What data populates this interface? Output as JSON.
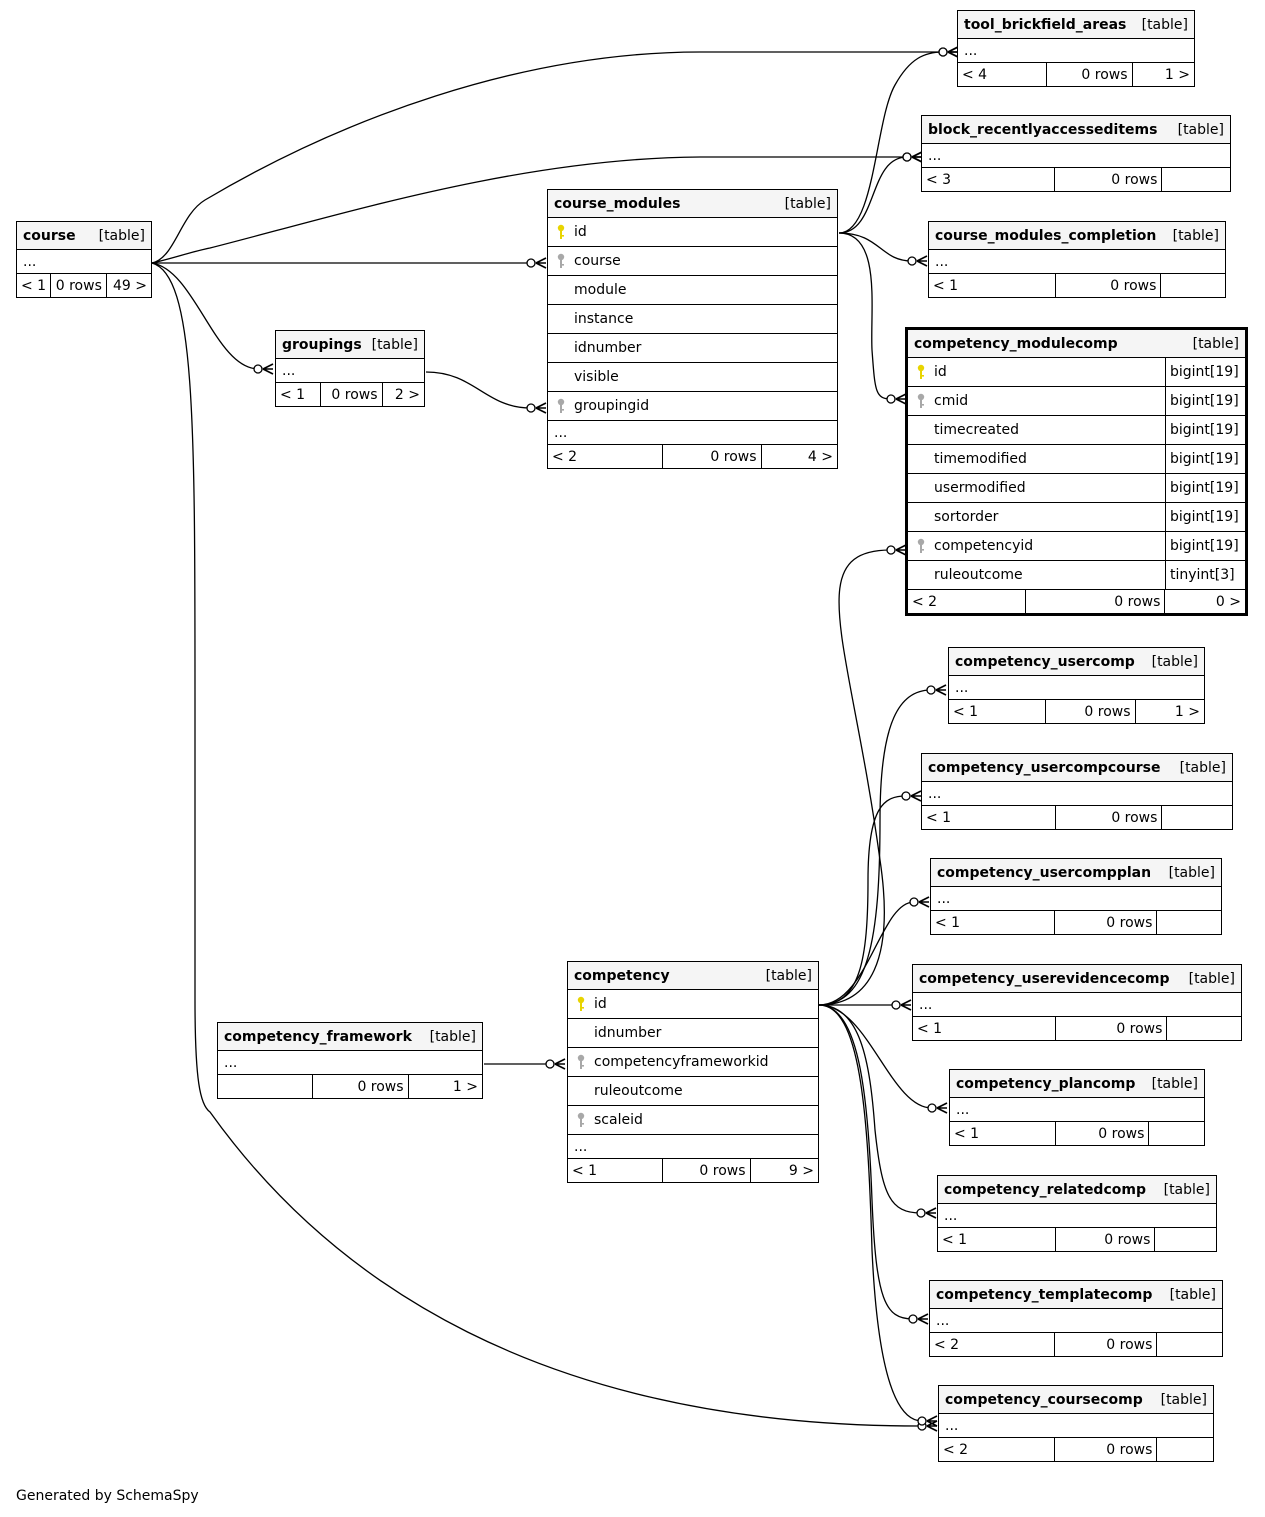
{
  "footer": "Generated by SchemaSpy",
  "colors": {
    "primary_key": "#e8d400",
    "foreign_key": "#a8a8a8",
    "header_bg": "#f5f5f5"
  },
  "tables": [
    {
      "id": "course",
      "name": "course",
      "kind": "[table]",
      "columns": [],
      "ellipsis": "...",
      "footer": [
        "< 1",
        "0 rows",
        "49 >"
      ]
    },
    {
      "id": "groupings",
      "name": "groupings",
      "kind": "[table]",
      "columns": [],
      "ellipsis": "...",
      "footer": [
        "< 1",
        "0 rows",
        "2 >"
      ]
    },
    {
      "id": "course_modules",
      "name": "course_modules",
      "kind": "[table]",
      "columns": [
        {
          "name": "id",
          "key": "pk"
        },
        {
          "name": "course",
          "key": "fk"
        },
        {
          "name": "module",
          "key": ""
        },
        {
          "name": "instance",
          "key": ""
        },
        {
          "name": "idnumber",
          "key": ""
        },
        {
          "name": "visible",
          "key": ""
        },
        {
          "name": "groupingid",
          "key": "fk"
        }
      ],
      "ellipsis": "...",
      "footer": [
        "< 2",
        "0 rows",
        "4 >"
      ]
    },
    {
      "id": "tool_brickfield_areas",
      "name": "tool_brickfield_areas",
      "kind": "[table]",
      "columns": [],
      "ellipsis": "...",
      "footer": [
        "< 4",
        "0 rows",
        "1 >"
      ]
    },
    {
      "id": "block_recentlyaccesseditems",
      "name": "block_recentlyaccesseditems",
      "kind": "[table]",
      "columns": [],
      "ellipsis": "...",
      "footer": [
        "< 3",
        "0 rows",
        ""
      ]
    },
    {
      "id": "course_modules_completion",
      "name": "course_modules_completion",
      "kind": "[table]",
      "columns": [],
      "ellipsis": "...",
      "footer": [
        "< 1",
        "0 rows",
        ""
      ]
    },
    {
      "id": "competency_modulecomp",
      "name": "competency_modulecomp",
      "kind": "[table]",
      "focus": true,
      "columns": [
        {
          "name": "id",
          "key": "pk",
          "type": "bigint[19]"
        },
        {
          "name": "cmid",
          "key": "fk",
          "type": "bigint[19]"
        },
        {
          "name": "timecreated",
          "key": "",
          "type": "bigint[19]"
        },
        {
          "name": "timemodified",
          "key": "",
          "type": "bigint[19]"
        },
        {
          "name": "usermodified",
          "key": "",
          "type": "bigint[19]"
        },
        {
          "name": "sortorder",
          "key": "",
          "type": "bigint[19]"
        },
        {
          "name": "competencyid",
          "key": "fk",
          "type": "bigint[19]"
        },
        {
          "name": "ruleoutcome",
          "key": "",
          "type": "tinyint[3]"
        }
      ],
      "ellipsis": "",
      "footer": [
        "< 2",
        "0 rows",
        "0 >"
      ]
    },
    {
      "id": "competency_usercomp",
      "name": "competency_usercomp",
      "kind": "[table]",
      "columns": [],
      "ellipsis": "...",
      "footer": [
        "< 1",
        "0 rows",
        "1 >"
      ]
    },
    {
      "id": "competency_usercompcourse",
      "name": "competency_usercompcourse",
      "kind": "[table]",
      "columns": [],
      "ellipsis": "...",
      "footer": [
        "< 1",
        "0 rows",
        ""
      ]
    },
    {
      "id": "competency_usercompplan",
      "name": "competency_usercompplan",
      "kind": "[table]",
      "columns": [],
      "ellipsis": "...",
      "footer": [
        "< 1",
        "0 rows",
        ""
      ]
    },
    {
      "id": "competency_userevidencecomp",
      "name": "competency_userevidencecomp",
      "kind": "[table]",
      "columns": [],
      "ellipsis": "...",
      "footer": [
        "< 1",
        "0 rows",
        ""
      ]
    },
    {
      "id": "competency_plancomp",
      "name": "competency_plancomp",
      "kind": "[table]",
      "columns": [],
      "ellipsis": "...",
      "footer": [
        "< 1",
        "0 rows",
        ""
      ]
    },
    {
      "id": "competency_relatedcomp",
      "name": "competency_relatedcomp",
      "kind": "[table]",
      "columns": [],
      "ellipsis": "...",
      "footer": [
        "< 1",
        "0 rows",
        ""
      ]
    },
    {
      "id": "competency_templatecomp",
      "name": "competency_templatecomp",
      "kind": "[table]",
      "columns": [],
      "ellipsis": "...",
      "footer": [
        "< 2",
        "0 rows",
        ""
      ]
    },
    {
      "id": "competency_coursecomp",
      "name": "competency_coursecomp",
      "kind": "[table]",
      "columns": [],
      "ellipsis": "...",
      "footer": [
        "< 2",
        "0 rows",
        ""
      ]
    },
    {
      "id": "competency",
      "name": "competency",
      "kind": "[table]",
      "columns": [
        {
          "name": "id",
          "key": "pk"
        },
        {
          "name": "idnumber",
          "key": ""
        },
        {
          "name": "competencyframeworkid",
          "key": "fk"
        },
        {
          "name": "ruleoutcome",
          "key": ""
        },
        {
          "name": "scaleid",
          "key": "fk"
        }
      ],
      "ellipsis": "...",
      "footer": [
        "< 1",
        "0 rows",
        "9 >"
      ]
    },
    {
      "id": "competency_framework",
      "name": "competency_framework",
      "kind": "[table]",
      "columns": [],
      "ellipsis": "...",
      "footer": [
        "",
        "0 rows",
        "1 >"
      ]
    }
  ],
  "relationships": [
    {
      "from": "course",
      "to": "tool_brickfield_areas"
    },
    {
      "from": "course",
      "to": "block_recentlyaccesseditems"
    },
    {
      "from": "course",
      "to": "course_modules",
      "column": "course"
    },
    {
      "from": "course",
      "to": "groupings"
    },
    {
      "from": "course",
      "to": "competency_coursecomp"
    },
    {
      "from": "groupings",
      "to": "course_modules",
      "column": "groupingid"
    },
    {
      "from": "course_modules",
      "to": "tool_brickfield_areas"
    },
    {
      "from": "course_modules",
      "to": "block_recentlyaccesseditems"
    },
    {
      "from": "course_modules",
      "to": "course_modules_completion"
    },
    {
      "from": "course_modules",
      "to": "competency_modulecomp",
      "column": "cmid"
    },
    {
      "from": "competency",
      "to": "competency_modulecomp",
      "column": "competencyid"
    },
    {
      "from": "competency",
      "to": "competency_usercomp"
    },
    {
      "from": "competency",
      "to": "competency_usercompcourse"
    },
    {
      "from": "competency",
      "to": "competency_usercompplan"
    },
    {
      "from": "competency",
      "to": "competency_userevidencecomp"
    },
    {
      "from": "competency",
      "to": "competency_plancomp"
    },
    {
      "from": "competency",
      "to": "competency_relatedcomp"
    },
    {
      "from": "competency",
      "to": "competency_templatecomp"
    },
    {
      "from": "competency",
      "to": "competency_coursecomp"
    },
    {
      "from": "competency_framework",
      "to": "competency",
      "column": "competencyframeworkid"
    }
  ]
}
